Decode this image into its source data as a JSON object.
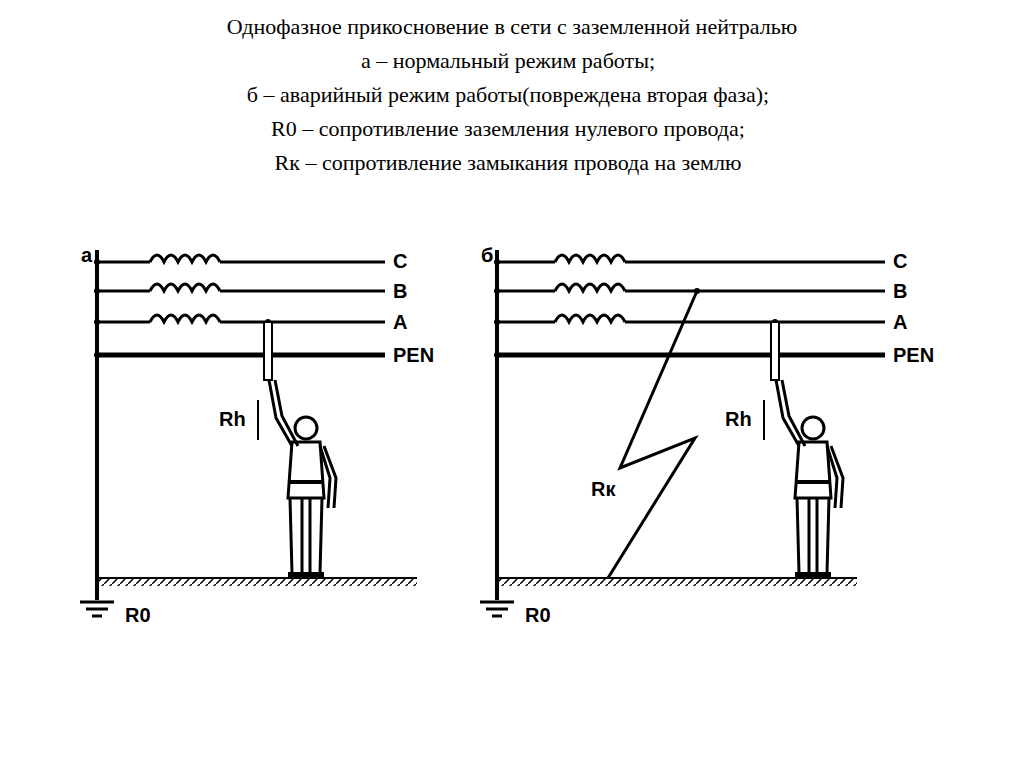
{
  "diagram": {
    "title": "Однофазное прикосновение в сети с заземленной нейтралью",
    "labels": [
      "а – нормальный режим работы;",
      "б – аварийный режим работы(повреждена вторая фаза);",
      "R0 – сопротивление заземления нулевого провода;",
      "Rк – сопротивление замыкания провода на землю",
      "а",
      "C",
      "B",
      "A",
      "PEN",
      "Rh",
      "R0",
      "б",
      "C",
      "B",
      "A",
      "PEN",
      "Rh",
      "Rк",
      "R0"
    ]
  }
}
